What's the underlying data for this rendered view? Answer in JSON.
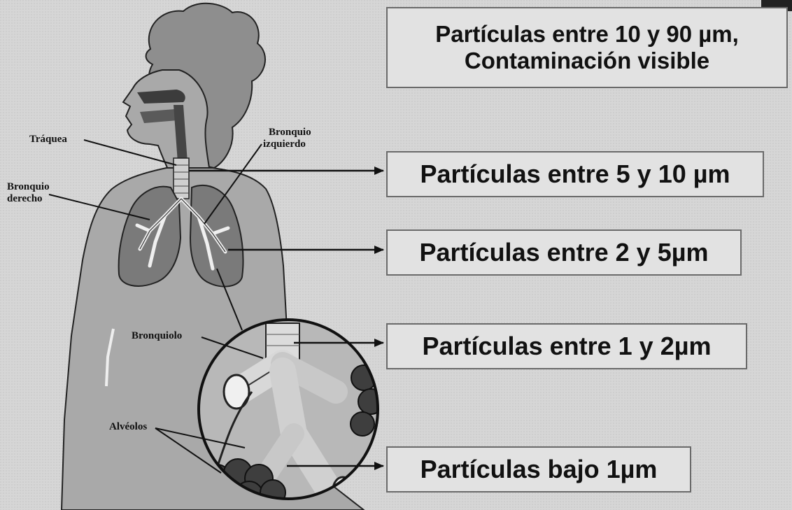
{
  "boxes": [
    {
      "id": "pm-10-90",
      "line1": "Partículas entre 10 y 90 µm,",
      "line2": "Contaminación visible"
    },
    {
      "id": "pm-5-10",
      "line1": "Partículas entre 5 y 10 µm"
    },
    {
      "id": "pm-2-5",
      "line1": "Partículas entre 2 y 5µm"
    },
    {
      "id": "pm-1-2",
      "line1": "Partículas entre 1 y  2µm"
    },
    {
      "id": "pm-under-1",
      "line1": "Partículas bajo  1µm"
    }
  ],
  "labels": {
    "traquea": "Tráquea",
    "bronquio_izquierdo_1": "Bronquio",
    "bronquio_izquierdo_2": "izquierdo",
    "bronquio_derecho_1": "Bronquio",
    "bronquio_derecho_2": "derecho",
    "bronquiolo": "Bronquiolo",
    "alveolos": "Alvéolos"
  },
  "colors": {
    "background": "#d6d6d6",
    "body_fill": "#a9a9a9",
    "lung_fill": "#7a7a7a",
    "outline": "#1a1a1a"
  }
}
